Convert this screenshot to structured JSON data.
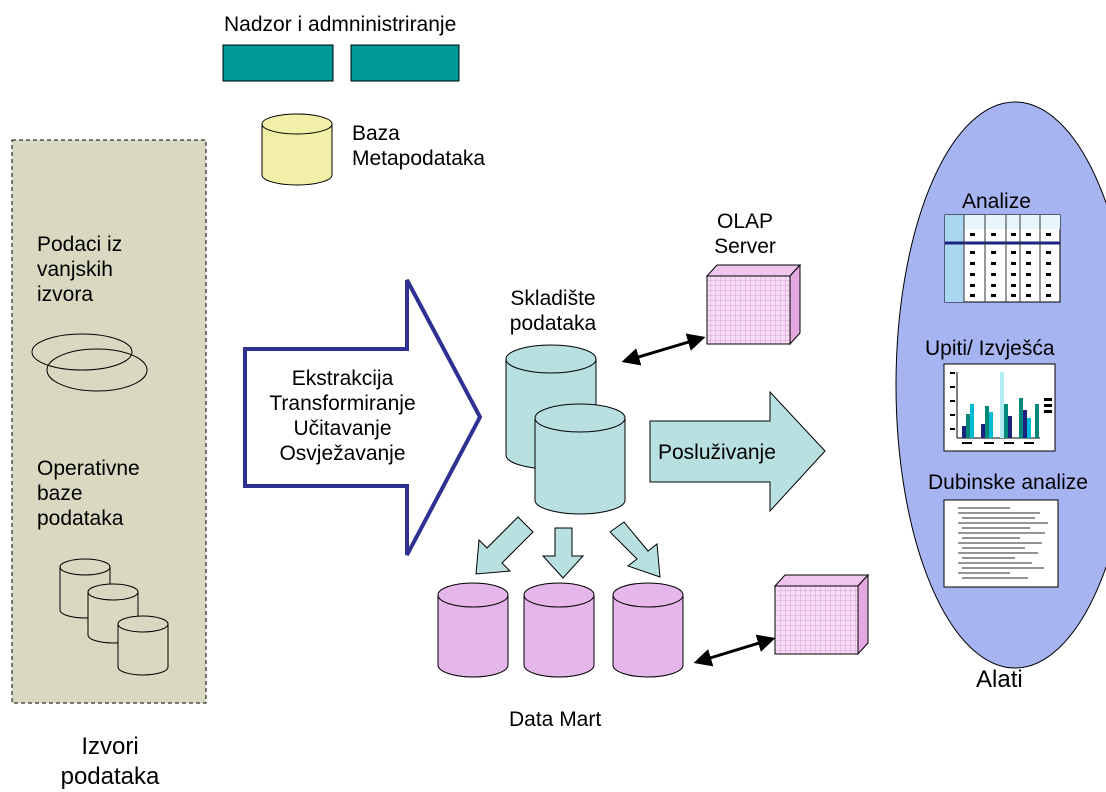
{
  "colors": {
    "admin_box": "#009999",
    "metadata_db": "#f2f0a8",
    "sources_panel": "#d8d9c0",
    "warehouse_db": "#b9e0e1",
    "datamart_db": "#e5b6e9",
    "cube": "#f5d4f4",
    "tools_ellipse": "#a6b4f2",
    "etl_arrow_border": "#2e3192",
    "serve_arrow": "#b9e0e1"
  },
  "admin": {
    "label": "Nadzor i admninistriranje"
  },
  "metadata": {
    "label": "Baza\nMetapodataka"
  },
  "sources": {
    "external_label": "Podaci iz\nvanjskih\nizvora",
    "operational_label": "Operativne\nbaze\npodataka",
    "footer_label": "Izvori\npodataka"
  },
  "etl": {
    "text": "Ekstrakcija\nTransformiranje\nUčitavanje\nOsvježavanje"
  },
  "warehouse": {
    "label": "Skladište\npodataka"
  },
  "olap": {
    "label": "OLAP\nServer"
  },
  "serving": {
    "label": "Posluživanje"
  },
  "datamart": {
    "label": "Data Mart"
  },
  "tools": {
    "analize_label": "Analize",
    "upiti_label": "Upiti/ Izvješća",
    "dubinske_label": "Dubinske analize",
    "footer_label": "Alati"
  },
  "icons": [
    "cylinder-icon",
    "cube-icon",
    "spreadsheet-icon",
    "bar-chart-icon",
    "text-report-icon",
    "double-arrow-icon",
    "overlapping-ellipses-icon"
  ]
}
